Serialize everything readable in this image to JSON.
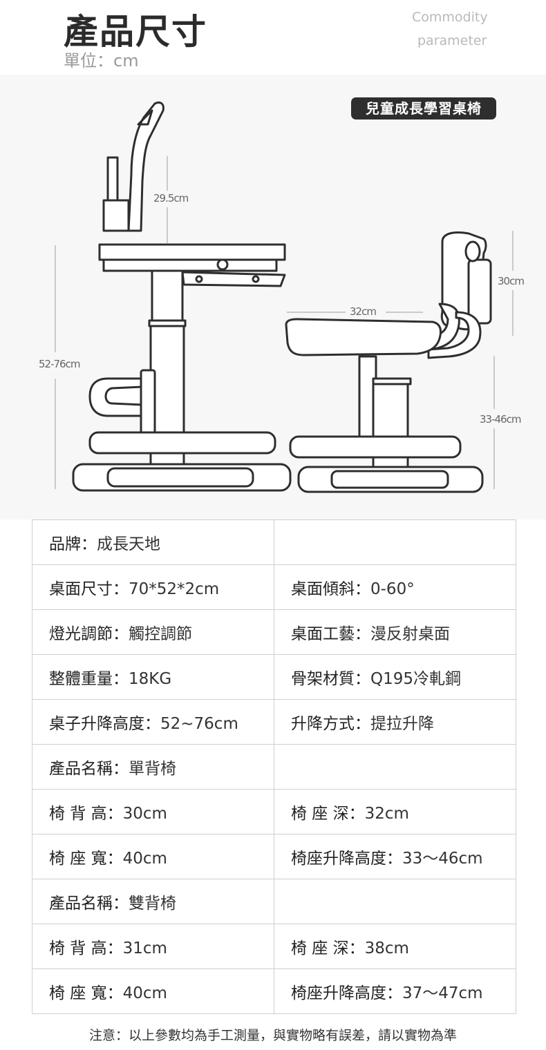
{
  "header": {
    "title": "產品尺寸",
    "unit": "單位：cm",
    "en_line1": "Commodity",
    "en_line2": "parameter"
  },
  "diagram": {
    "badge": "兒童成長學習桌椅",
    "lamp_height": "29.5cm",
    "desk_height": "52-76cm",
    "seat_depth": "32cm",
    "back_height": "30cm",
    "seat_height": "33-46cm"
  },
  "specs": [
    [
      {
        "label": "品牌：",
        "value": "成長天地"
      },
      {
        "label": "",
        "value": ""
      }
    ],
    [
      {
        "label": "桌面尺寸：",
        "value": "70*52*2cm"
      },
      {
        "label": "桌面傾斜：",
        "value": "0-60°"
      }
    ],
    [
      {
        "label": "燈光調節：",
        "value": "觸控調節"
      },
      {
        "label": "桌面工藝：",
        "value": "漫反射桌面"
      }
    ],
    [
      {
        "label": "整體重量：",
        "value": "18KG"
      },
      {
        "label": "骨架材質：",
        "value": "Q195冷軋鋼"
      }
    ],
    [
      {
        "label": "桌子升降高度：",
        "value": "52~76cm"
      },
      {
        "label": "升降方式：",
        "value": "提拉升降"
      }
    ],
    [
      {
        "label": "產品名稱：",
        "value": "單背椅"
      },
      {
        "label": "",
        "value": ""
      }
    ],
    [
      {
        "label": "椅 背 高：",
        "value": "30cm"
      },
      {
        "label": "椅 座 深：",
        "value": "32cm"
      }
    ],
    [
      {
        "label": "椅 座 寬：",
        "value": "40cm"
      },
      {
        "label": "椅座升降高度：",
        "value": "33～46cm"
      }
    ],
    [
      {
        "label": "產品名稱：",
        "value": "雙背椅"
      },
      {
        "label": "",
        "value": ""
      }
    ],
    [
      {
        "label": "椅 背 高：",
        "value": "31cm"
      },
      {
        "label": "椅 座 深：",
        "value": "38cm"
      }
    ],
    [
      {
        "label": "椅 座 寬：",
        "value": "40cm"
      },
      {
        "label": "椅座升降高度：",
        "value": "37～47cm"
      }
    ]
  ],
  "note": "注意：以上參數均為手工測量，與實物略有誤差，請以實物為準"
}
